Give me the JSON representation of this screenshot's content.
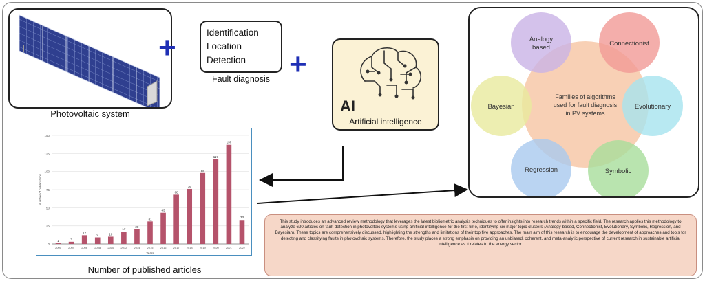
{
  "photovoltaic": {
    "label": "Photovoltaic system"
  },
  "fault": {
    "items": [
      "Identification",
      "Location",
      "Detection"
    ],
    "label": "Fault diagnosis"
  },
  "ai": {
    "badge": "AI",
    "label": "Artificial intelligence"
  },
  "families": {
    "center": [
      "Families of algorithms",
      "used for fault diagnosis",
      "in PV systems"
    ],
    "clusters": [
      {
        "name": "Analogy based",
        "lines": [
          "Analogy",
          "based"
        ],
        "color": "#c9b3e6"
      },
      {
        "name": "Connectionist",
        "lines": [
          "Connectionist"
        ],
        "color": "#f19a96"
      },
      {
        "name": "Evolutionary",
        "lines": [
          "Evolutionary"
        ],
        "color": "#a6e4ef"
      },
      {
        "name": "Symbolic",
        "lines": [
          "Symbolic"
        ],
        "color": "#a7dd9b"
      },
      {
        "name": "Regression",
        "lines": [
          "Regression"
        ],
        "color": "#a9c9ef"
      },
      {
        "name": "Bayesian",
        "lines": [
          "Bayesian"
        ],
        "color": "#e9ea9e"
      }
    ],
    "center_color": "#f7c8a8"
  },
  "chart_label": "Number of published articles",
  "chart_data": {
    "type": "bar",
    "categories": [
      "2000",
      "2004",
      "2006",
      "2008",
      "2010",
      "2012",
      "2014",
      "2015",
      "2016",
      "2017",
      "2018",
      "2019",
      "2020",
      "2021",
      "2022"
    ],
    "values": [
      1,
      3,
      12,
      9,
      10,
      17,
      20,
      31,
      43,
      68,
      76,
      98,
      117,
      137,
      33
    ],
    "xlabel": "Years",
    "ylabel": "Number of publications",
    "yticks": [
      0,
      25,
      50,
      75,
      100,
      125,
      150
    ],
    "ylim": [
      0,
      150
    ],
    "bar_color": "#b5536b",
    "grid": true
  },
  "abstract": "This study introduces an advanced review methodology that leverages the latest bibliometric analysis techniques to offer insights into research trends within a specific field. The research applies this methodology to analyze 620 articles on fault detection in photovoltaic systems using artificial intelligence for the first time, identifying six major topic clusters (Analogy-based, Connectionist, Evolutionary, Symbolic, Regression, and Bayesian). These topics are comprehensively discussed, highlighting the strengths and limitations of their top five approaches. The main aim of this research is to encourage the development of approaches and tools for detecting and classifying faults in photovoltaic systems. Therefore, the study places a strong emphasis on providing an unbiased, coherent, and meta-analytic perspective of current research in sustainable artificial intelligence as it relates to the energy sector.",
  "colors": {
    "plus": "#1f2fb5",
    "arrow": "#111111"
  }
}
